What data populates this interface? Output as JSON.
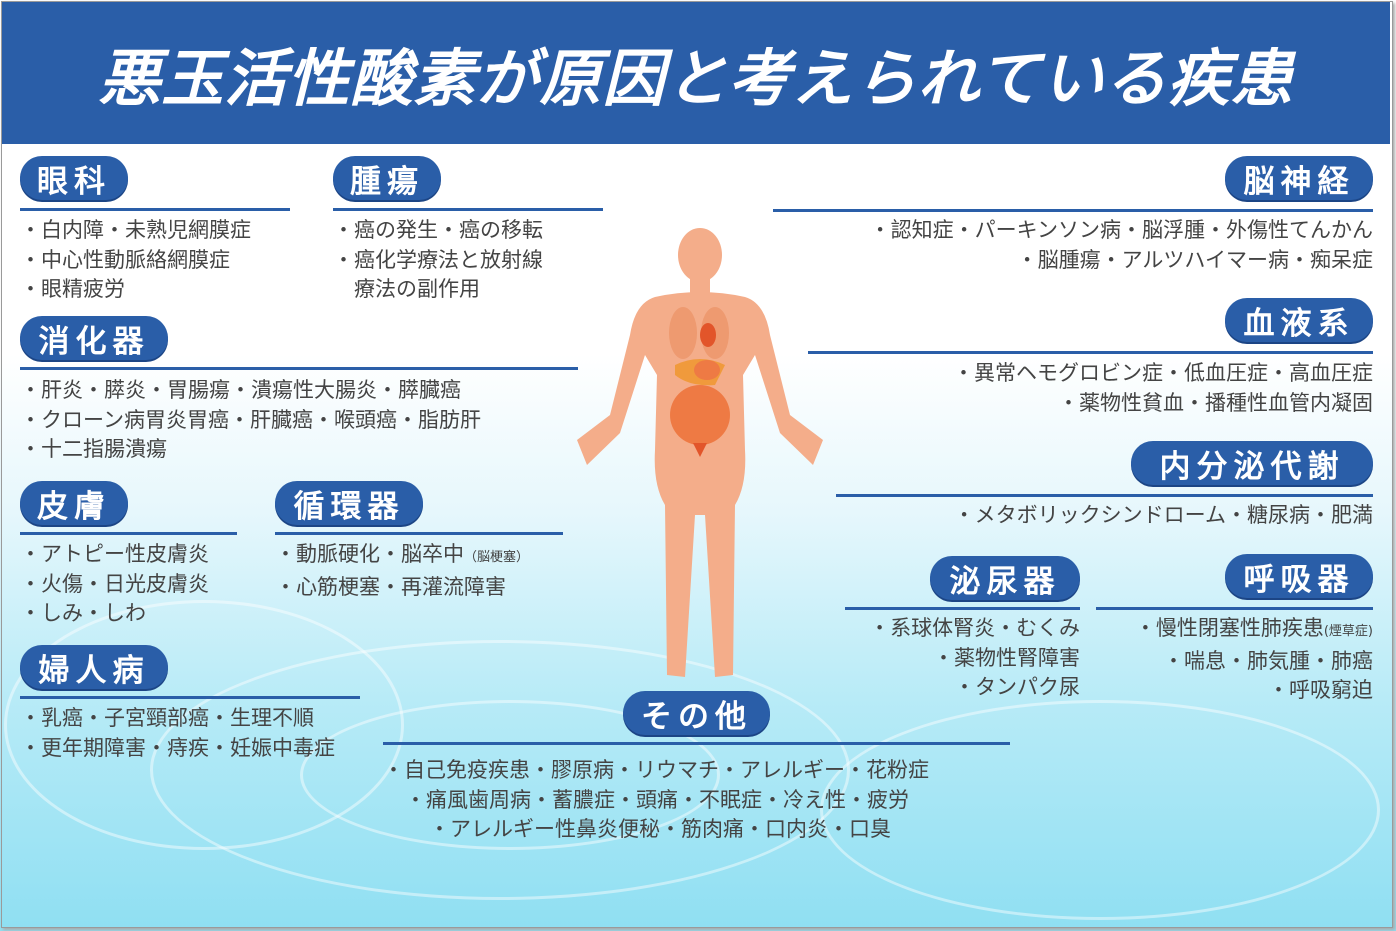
{
  "title": "悪玉活性酸素が原因と考えられている疾患",
  "colors": {
    "header": "#2a5ea8",
    "badge": "#2a5ea8",
    "text": "#444444",
    "body": "#f4ad8a",
    "organs": "#ee7a44"
  },
  "sections": {
    "ganka": {
      "label": "眼科",
      "items": [
        "・白内障・未熟児網膜症",
        "・中心性動脈絡網膜症",
        "・眼精疲労"
      ]
    },
    "shuyou": {
      "label": "腫瘍",
      "items": [
        "・癌の発生・癌の移転",
        "・癌化学療法と放射線",
        "　療法の副作用"
      ]
    },
    "shoukaki": {
      "label": "消化器",
      "items": [
        "・肝炎・膵炎・胃腸瘍・潰瘍性大腸炎・膵臓癌",
        "・クローン病胃炎胃癌・肝臓癌・喉頭癌・脂肪肝",
        "・十二指腸潰瘍"
      ]
    },
    "hifu": {
      "label": "皮膚",
      "items": [
        "・アトピー性皮膚炎",
        "・火傷・日光皮膚炎",
        "・しみ・しわ"
      ]
    },
    "junkanki": {
      "label": "循環器",
      "items": [
        "・動脈硬化・脳卒中",
        "・心筋梗塞・再灌流障害"
      ],
      "note": "（脳梗塞）"
    },
    "fujinbyou": {
      "label": "婦人病",
      "items": [
        "・乳癌・子宮頸部癌・生理不順",
        "・更年期障害・痔疾・妊娠中毒症"
      ]
    },
    "noushinkei": {
      "label": "脳神経",
      "items": [
        "・認知症・パーキンソン病・脳浮腫・外傷性てんかん",
        "・脳腫瘍・アルツハイマー病・痴呆症"
      ]
    },
    "ketsueki": {
      "label": "血液系",
      "items": [
        "・異常ヘモグロビン症・低血圧症・高血圧症",
        "・薬物性貧血・播種性血管内凝固"
      ]
    },
    "naibunpi": {
      "label": "内分泌代謝",
      "items": [
        "・メタボリックシンドローム・糖尿病・肥満"
      ]
    },
    "hinyouki": {
      "label": "泌尿器",
      "items": [
        "・系球体腎炎・むくみ",
        "・薬物性腎障害",
        "・タンパク尿"
      ]
    },
    "kokyuki": {
      "label": "呼吸器",
      "items": [
        "・慢性閉塞性肺疾患",
        "・喘息・肺気腫・肺癌",
        "・呼吸窮迫"
      ],
      "note": "(煙草症)"
    },
    "sonota": {
      "label": "その他",
      "items": [
        "・自己免疫疾患・膠原病・リウマチ・アレルギー・花粉症",
        "・痛風歯周病・蓄膿症・頭痛・不眠症・冷え性・疲労",
        "・アレルギー性鼻炎便秘・筋肉痛・口内炎・口臭"
      ]
    }
  }
}
